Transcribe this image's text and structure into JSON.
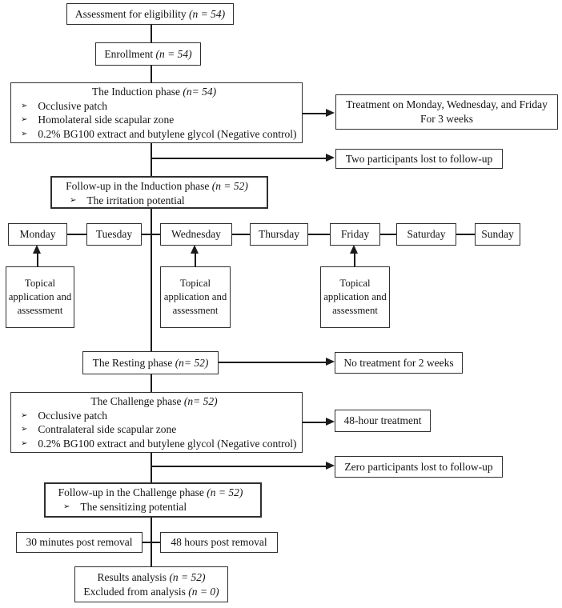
{
  "flow": {
    "bullet_glyph": "➢",
    "ink_color": "#1b1b1b",
    "border_color": "#2f2f2f",
    "assessment": {
      "label": "Assessment for eligibility",
      "n": "(n = 54)"
    },
    "enrollment": {
      "label": "Enrollment",
      "n": "(n = 54)"
    },
    "induction": {
      "title": "The Induction phase",
      "n": "(n= 54)",
      "bullets": [
        "Occlusive patch",
        "Homolateral side scapular zone",
        "0.2% BG100 extract and butylene glycol (Negative control)"
      ]
    },
    "treatment_mwf": {
      "line1": "Treatment on Monday, Wednesday, and Friday",
      "line2": "For 3 weeks"
    },
    "lost_induction": {
      "label": "Two participants lost to follow-up"
    },
    "followup_induction": {
      "title": "Follow-up in the Induction phase",
      "n": "(n = 52)",
      "bullet": "The irritation potential"
    },
    "days": [
      "Monday",
      "Tuesday",
      "Wednesday",
      "Thursday",
      "Friday",
      "Saturday",
      "Sunday"
    ],
    "topical": {
      "label": "Topical application and assessment"
    },
    "resting": {
      "label": "The Resting phase",
      "n": "(n= 52)"
    },
    "no_treatment": {
      "label": "No treatment for 2 weeks"
    },
    "challenge": {
      "title": "The Challenge phase",
      "n": "(n= 52)",
      "bullets": [
        "Occlusive patch",
        "Contralateral side scapular zone",
        "0.2% BG100 extract and butylene glycol (Negative control)"
      ]
    },
    "treatment_48h": {
      "label": "48-hour treatment"
    },
    "lost_challenge": {
      "label": "Zero participants lost to follow-up"
    },
    "followup_challenge": {
      "title": "Follow-up in the Challenge phase",
      "n": "(n = 52)",
      "bullet": "The sensitizing potential"
    },
    "post_30min": {
      "label": "30 minutes post removal"
    },
    "post_48h": {
      "label": "48 hours post removal"
    },
    "results": {
      "line1": "Results analysis",
      "n1": "(n = 52)",
      "line2": "Excluded from analysis",
      "n2": "(n = 0)"
    }
  }
}
